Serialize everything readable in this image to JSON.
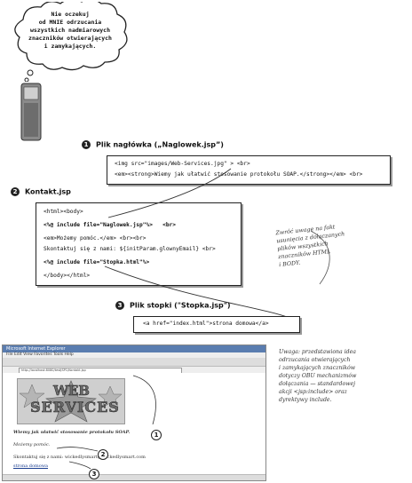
{
  "thought_bubble": {
    "lines": [
      "Nie oczekuj",
      "od MNIE odrzucania",
      "wszystkich nadmiarowych",
      "znaczników otwierających",
      "i zamykających."
    ]
  },
  "header_file": {
    "number": "1",
    "title": "Plik nagłówka („Naglowek.jsp”)",
    "code_lines": [
      "<img src=\"images/Web-Services.jpg\" > <br>",
      "<em><strong>Wiemy jak ułatwić stosowanie protokołu SOAP.</strong></em> <br>"
    ]
  },
  "contact_file": {
    "number": "2",
    "title": "Kontakt.jsp",
    "code_lines": [
      "<html><body>",
      "<%@ include file=\"Naglowek.jsp\"%>   <br>",
      "<em>Możemy pomóc.</em> <br><br>",
      "Skontaktuj się z nami: ${initParam.glownyEmail} <br>",
      "<%@ include file=\"Stopka.html\"%>",
      "</body></html>"
    ],
    "bold_lines": [
      1,
      4
    ]
  },
  "note_right": {
    "lines": [
      "Zwróć uwagę na fakt",
      "usunięcia z dołączanych",
      "plików wszystkich",
      "znaczników HTML",
      "i BODY."
    ]
  },
  "footer_file": {
    "number": "3",
    "title": "Plik stopki (\"Stopka.jsp\")",
    "code_line": "<a href=\"index.html\">strona domowa</a>"
  },
  "bottom_note": {
    "lines": [
      "Uwaga: przedstawiona idea",
      "odrzucania otwierających",
      "i zamykających znaczników",
      "dotyczy OBU mechanizmów",
      "dołączania — standardowej",
      "akcji <jsp:include> oraz",
      "dyrektywy include."
    ]
  },
  "browser": {
    "title": "Microsoft Internet Explorer",
    "menu": "File  Edit  View  Favorites  Tools  Help",
    "address": "http://localhost:8080/testJSP1/Kontakt.jsp",
    "banner_words": [
      "WEB",
      "SERVICES"
    ],
    "page_lines": [
      "Wiemy jak ułatwić stosowanie protokołu SOAP.",
      "Możemy pomóc.",
      "Skontaktuj się z nami: wickedlysmart@wickedlysmart.com",
      "strona domowa"
    ]
  },
  "callouts": [
    "1",
    "2",
    "3"
  ]
}
